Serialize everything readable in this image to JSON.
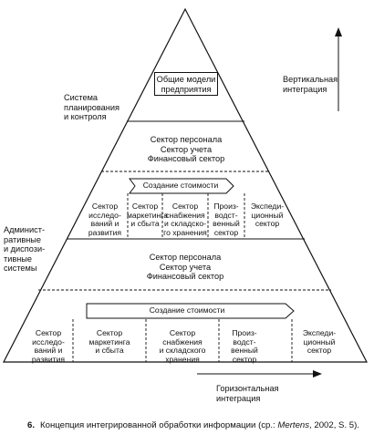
{
  "top_box": "Общие модели\nпредприятия",
  "vertical_axis_label": "Вертикальная\nинтеграция",
  "horizontal_axis_label": "Горизонтальная\nинтеграция",
  "planning_system_label": "Система\nпланирования\nи контроля",
  "admin_systems_label": "Админист-\nративные\nи диспози-\nтивные\nсистемы",
  "mid_sectors_upper": "Сектор персонала\nСектор учета\nФинансовый сектор",
  "value_creation_upper": "Создание стоимости",
  "upper_functions": [
    "Сектор\nисследо-\nваний и\nразвития",
    "Сектор\nмаркетинга\nи сбыта",
    "Сектор\nснабжения\nи складско-\nго хранения",
    "Произ-\nводст-\nвенный\nсектор",
    "Экспеди-\nционный\nсектор"
  ],
  "mid_sectors_lower": "Сектор персонала\nСектор учета\nФинансовый сектор",
  "value_creation_lower": "Создание стоимости",
  "lower_functions": [
    "Сектор\nисследо-\nваний и\nразвития",
    "Сектор\nмаркетинга\nи сбыта",
    "Сектор\nснабжения\nи складского\nхранения",
    "Произ-\nводст-\nвенный\nсектор",
    "Экспеди-\nционный\nсектор"
  ],
  "caption_number": "6.",
  "caption_text": "Концепция интегрированной обработки информации (ср.: ",
  "caption_author": "Mertens",
  "caption_tail": ", 2002, S. 5)."
}
